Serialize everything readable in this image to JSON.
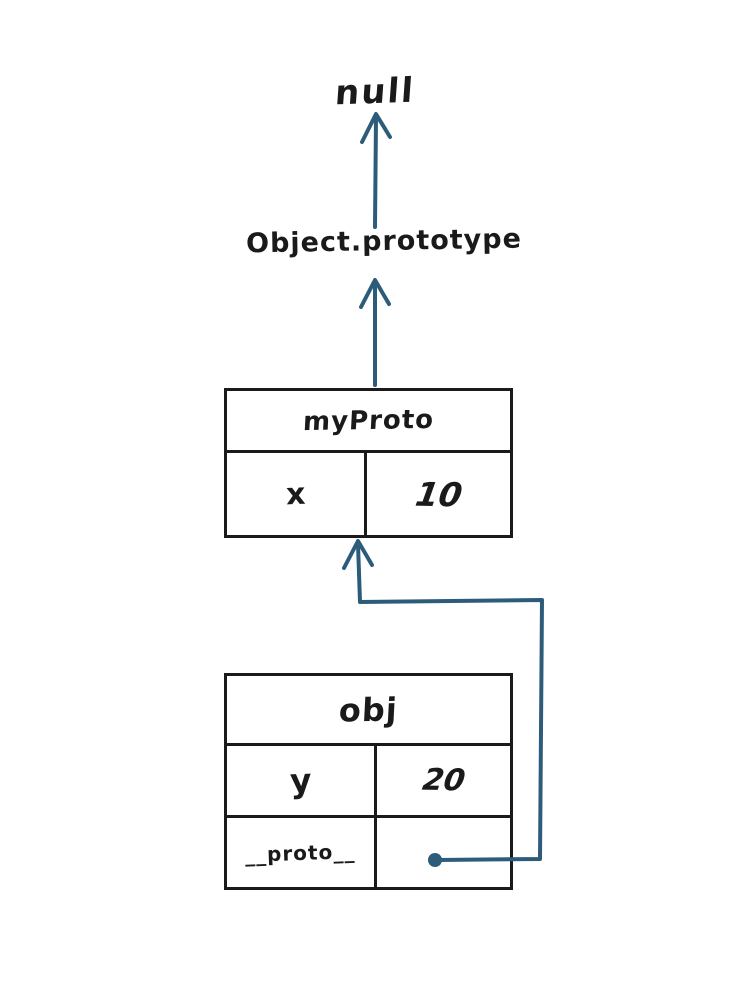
{
  "colors": {
    "ink": "#1a1a1a",
    "arrow": "#2d5c7a",
    "background": "#ffffff"
  },
  "chain": {
    "null_label": "null",
    "object_prototype_label": "Object.prototype"
  },
  "myproto_box": {
    "title": "myProto",
    "rows": [
      {
        "key": "x",
        "value": "10"
      }
    ]
  },
  "obj_box": {
    "title": "obj",
    "rows": [
      {
        "key": "y",
        "value": "20"
      },
      {
        "key": "__proto__",
        "value": ""
      }
    ]
  }
}
